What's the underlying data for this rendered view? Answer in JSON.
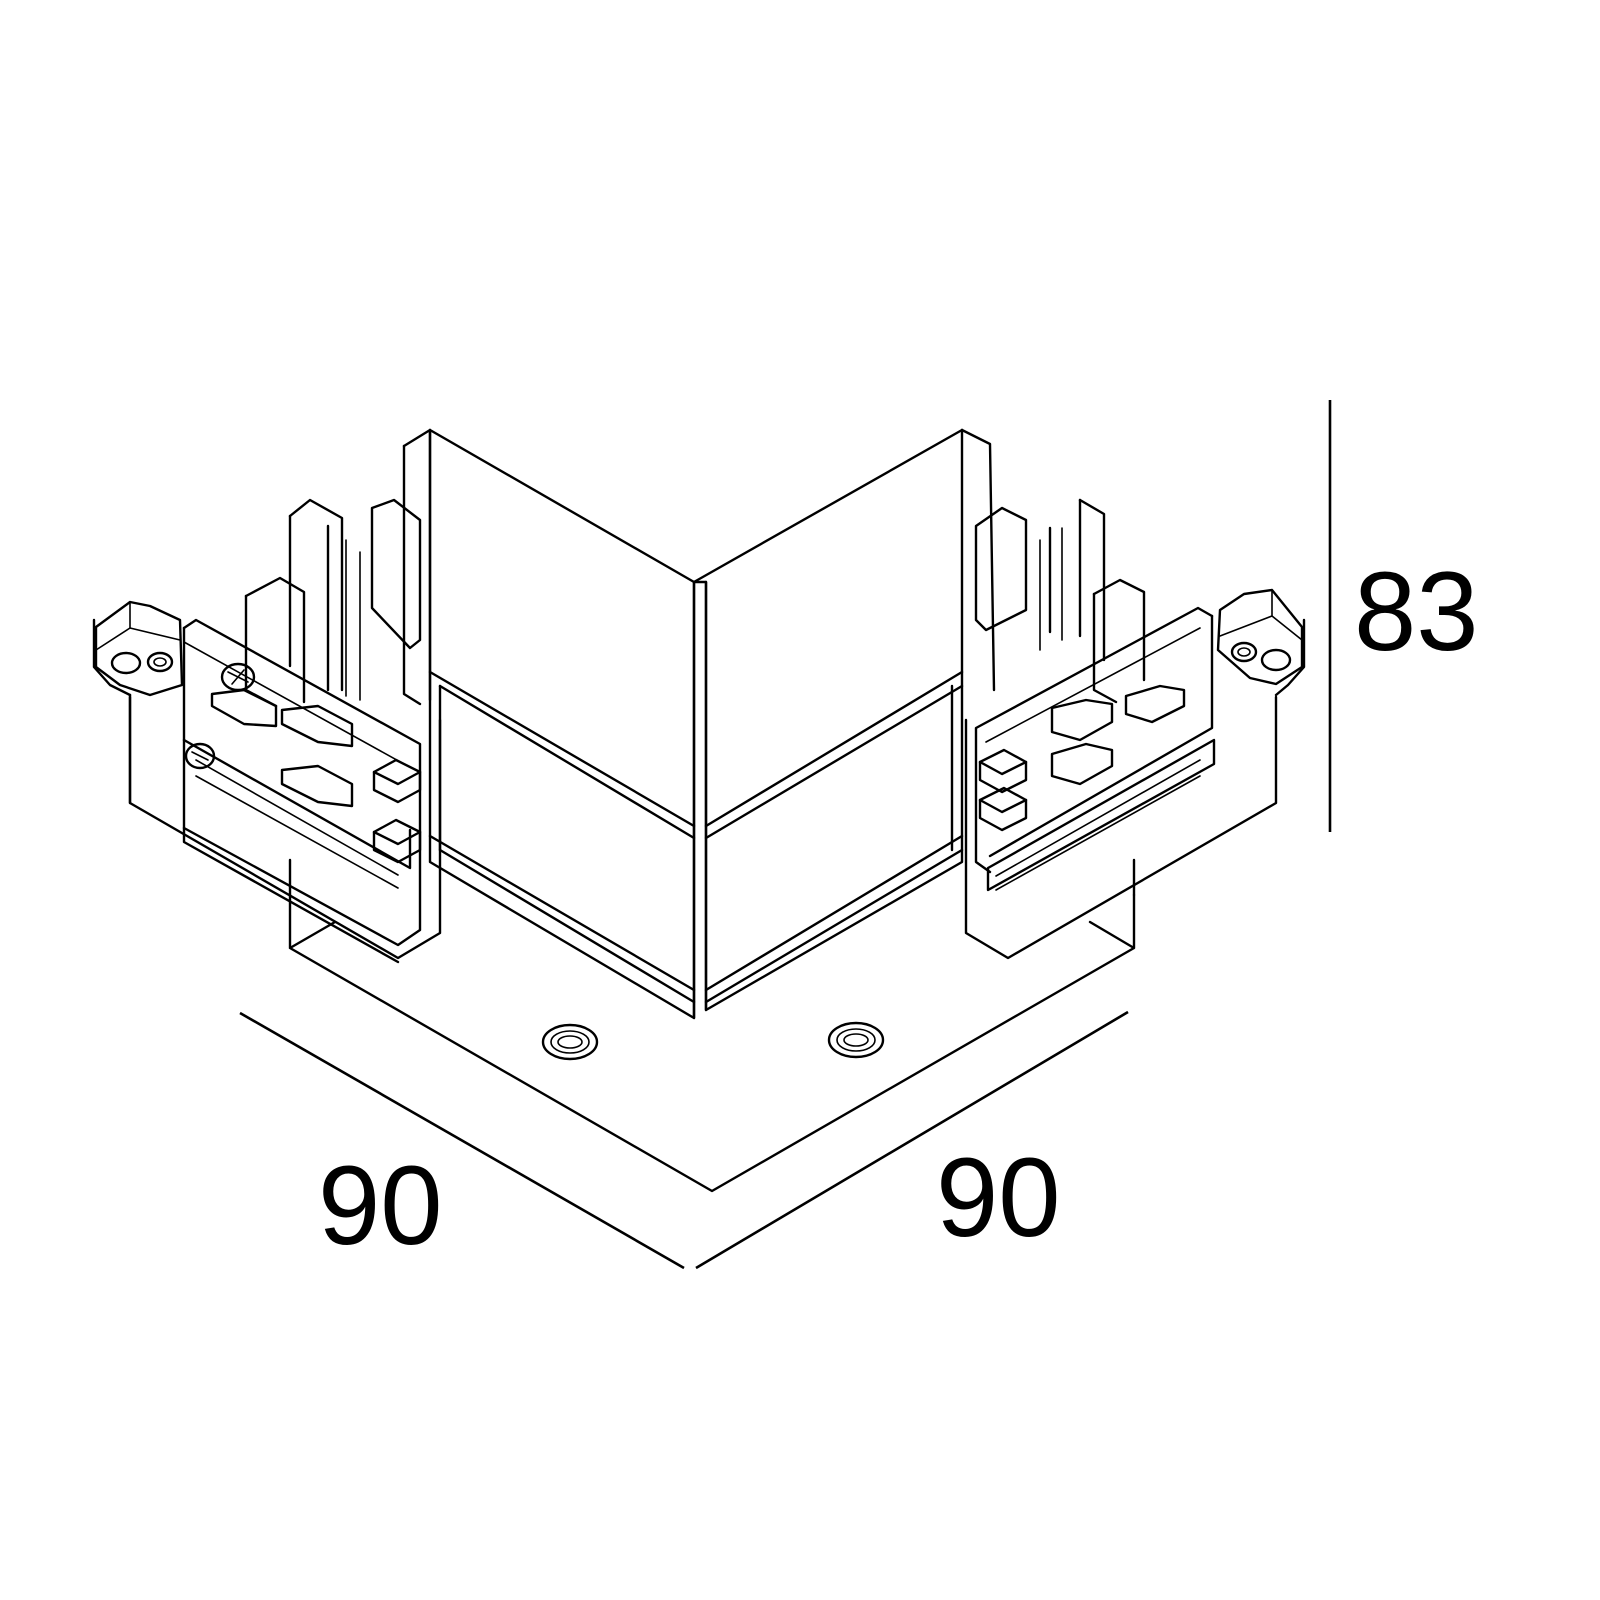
{
  "dimensions": {
    "height": "83",
    "left_width": "90",
    "right_width": "90"
  },
  "colors": {
    "line": "#000000",
    "background": "#ffffff"
  }
}
